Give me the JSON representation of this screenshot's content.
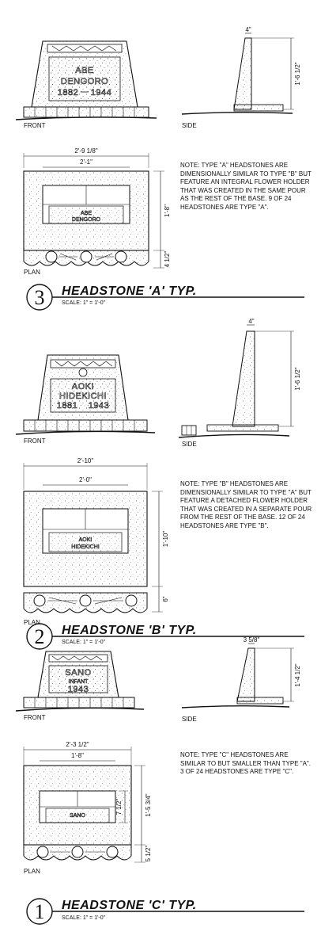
{
  "labels": {
    "front": "FRONT",
    "side": "SIDE",
    "plan": "PLAN"
  },
  "type_a": {
    "number": "3",
    "title": "HEADSTONE 'A' TYP.",
    "scale": "SCALE: 1\" = 1'-0\"",
    "inscription": [
      "ABE",
      "DENGORO",
      "1882",
      "1944"
    ],
    "dims": {
      "top": "4\"",
      "height": "1'-6 1/2\"",
      "overall": "2'-9 1/8\"",
      "inner": "2'-1\"",
      "depth": "1'-8\"",
      "base": "4 1/2\""
    },
    "note": "NOTE: TYPE \"A\" HEADSTONES ARE DIMENSIONALLY SIMILAR TO TYPE \"B\" BUT FEATURE AN INTEGRAL FLOWER HOLDER THAT WAS CREATED IN THE SAME POUR AS THE REST OF THE BASE. 9 OF 24 HEADSTONES ARE TYPE \"A\"."
  },
  "type_b": {
    "number": "2",
    "title": "HEADSTONE 'B' TYP.",
    "scale": "SCALE: 1\" = 1'-0\"",
    "inscription": [
      "AOKI",
      "HIDEKICHI",
      "1881",
      "1943"
    ],
    "dims": {
      "top": "4\"",
      "height": "1'-6 1/2\"",
      "overall": "2'-10\"",
      "inner": "2'-0\"",
      "depth": "1'-10\"",
      "base": "6\""
    },
    "note": "NOTE: TYPE \"B\" HEADSTONES ARE DIMENSIONALLY SIMILAR TO TYPE \"A\" BUT FEATURE A DETACHED FLOWER HOLDER THAT WAS CREATED IN A SEPARATE POUR FROM THE REST OF THE BASE. 12 OF 24 HEADSTONES ARE TYPE \"B\"."
  },
  "type_c": {
    "number": "1",
    "title": "HEADSTONE 'C' TYP.",
    "scale": "SCALE: 1\" = 1'-0\"",
    "inscription": [
      "SANO",
      "INFANT",
      "1943"
    ],
    "dims": {
      "top": "3 5/8\"",
      "height": "1'-4 1/2\"",
      "overall": "2'-3 1/2\"",
      "inner": "1'-8\"",
      "depth": "1'-5 3/4\"",
      "holder": "7 1/2\"",
      "base": "5 1/2\""
    },
    "note": "NOTE: TYPE \"C\" HEADSTONES ARE SIMILAR TO BUT SMALLER THAN TYPE \"A\". 3 OF 24 HEADSTONES ARE TYPE \"C\"."
  }
}
